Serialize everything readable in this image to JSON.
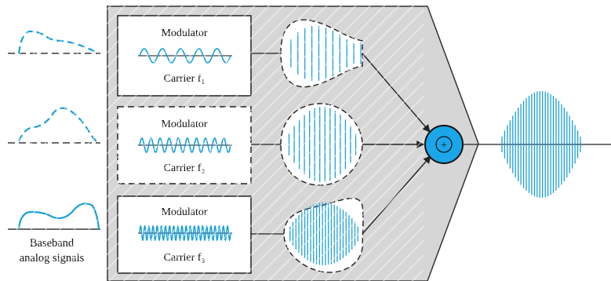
{
  "colors": {
    "signal": "#1aa0d8",
    "panel": "#d6d6d6",
    "box_fill": "#ffffff",
    "stroke": "#222222",
    "adder": "#1aa6e8"
  },
  "modulators": [
    {
      "title": "Modulator",
      "carrier": "Carrier f₁"
    },
    {
      "title": "Modulator",
      "carrier": "Carrier f₂"
    },
    {
      "title": "Modulator",
      "carrier": "Carrier f₃"
    }
  ],
  "baseband_label": [
    "Baseband",
    "analog signals"
  ],
  "adder_symbol": "+"
}
